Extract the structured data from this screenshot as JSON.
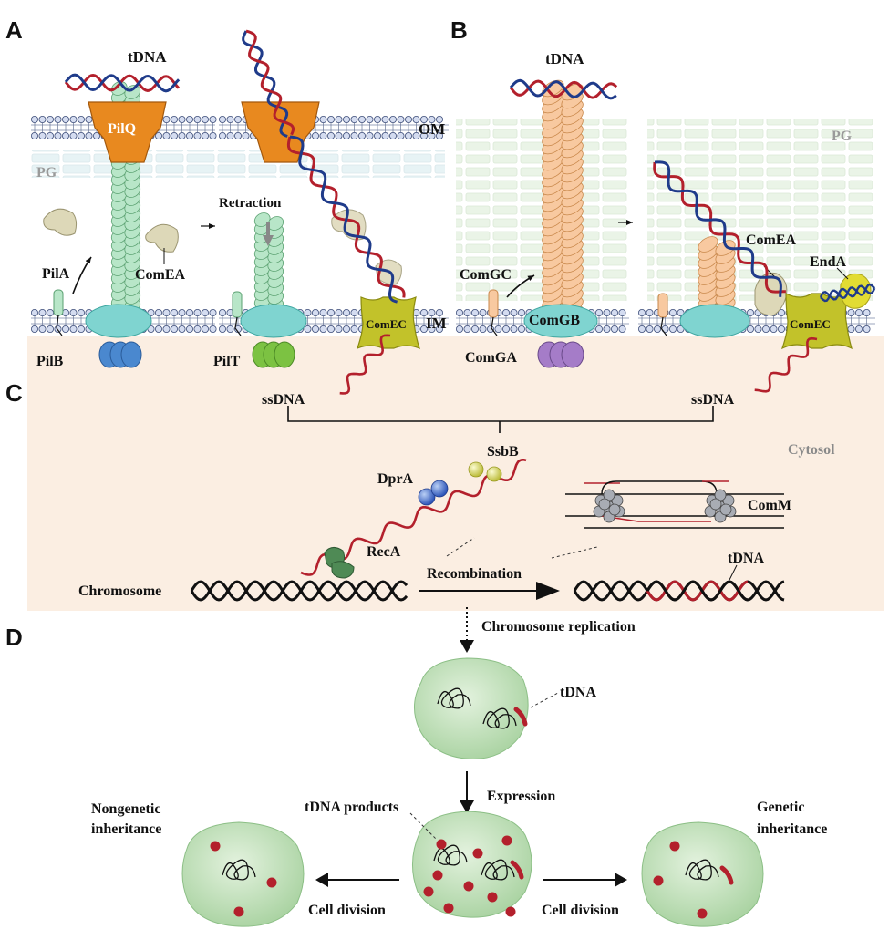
{
  "panels": {
    "a": "A",
    "b": "B",
    "c": "C",
    "d": "D"
  },
  "labels": {
    "tdna_a": "tDNA",
    "tdna_b": "tDNA",
    "pilq": "PilQ",
    "om": "OM",
    "im": "IM",
    "pg_a": "PG",
    "pg_b": "PG",
    "retraction": "Retraction",
    "pila": "PilA",
    "comea_a": "ComEA",
    "pilb": "PilB",
    "pilt": "PilT",
    "comec_a": "ComEC",
    "comgc": "ComGC",
    "comgb": "ComGB",
    "comga": "ComGA",
    "comea_b": "ComEA",
    "enda": "EndA",
    "comec_b": "ComEC",
    "ssdna_left": "ssDNA",
    "ssdna_right": "ssDNA",
    "cytosol": "Cytosol",
    "ssbb": "SsbB",
    "dpra": "DprA",
    "comm": "ComM",
    "reca": "RecA",
    "chromosome": "Chromosome",
    "recombination": "Recombination",
    "tdna_c": "tDNA",
    "chrom_replication": "Chromosome replication",
    "tdna_d": "tDNA",
    "expression": "Expression",
    "tdna_products": "tDNA products",
    "nongenetic_1": "Nongenetic",
    "nongenetic_2": "inheritance",
    "genetic_1": "Genetic",
    "genetic_2": "inheritance",
    "cell_division_left": "Cell division",
    "cell_division_right": "Cell division"
  },
  "colors": {
    "cytosol_bg": "#fbeee2",
    "pilus": "#b8e6c8",
    "comg_pilus": "#f8c9a0",
    "pilq": "#e8891f",
    "teal": "#7fd4d0",
    "pilb": "#4a88cf",
    "pilt": "#7cc242",
    "comga": "#a57cc8",
    "comec": "#c2c22a",
    "comea": "#ddd8b8",
    "enda": "#e2dc33",
    "dpra": "#3b62c9",
    "ssbb": "#d8d860",
    "reca": "#4f8a55",
    "cell": "#c5e3c0",
    "dna_red": "#b3202c",
    "dna_blue": "#1f3b8a"
  }
}
